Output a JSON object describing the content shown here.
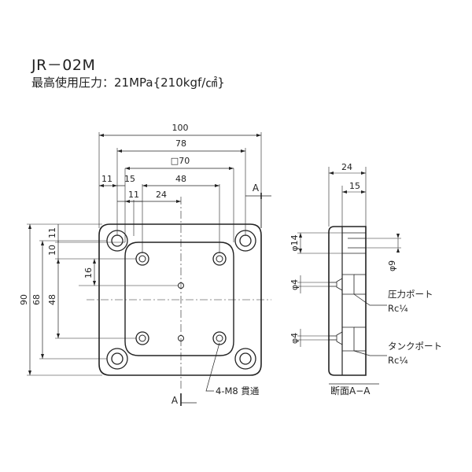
{
  "title": {
    "model": "JR－02M",
    "pressure": "最高使用圧力：21MPa{210kgf/㎠}"
  },
  "front": {
    "dim_top": [
      "100",
      "78",
      "□70",
      "48",
      "11",
      "15",
      "11",
      "24"
    ],
    "dim_left": [
      "90",
      "68",
      "48",
      "11",
      "10",
      "16"
    ],
    "section_marker": "A",
    "hole_note": "4-M8 貫通"
  },
  "side": {
    "dims": [
      "24",
      "15"
    ],
    "dia": [
      "φ14",
      "φ9",
      "φ4",
      "φ4"
    ],
    "pressure_port": "圧力ポート",
    "pressure_thread": "Rc¼",
    "tank_port": "タンクポート",
    "tank_thread": "Rc¼",
    "section_label": "断面A−A"
  }
}
